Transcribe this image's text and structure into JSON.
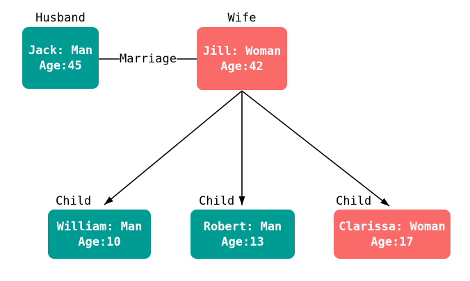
{
  "diagram": {
    "nodes": [
      {
        "id": "husband",
        "role_label": "Husband",
        "line1": "Jack: Man",
        "line2": "Age:45",
        "gender": "man"
      },
      {
        "id": "wife",
        "role_label": "Wife",
        "line1": "Jill: Woman",
        "line2": "Age:42",
        "gender": "woman"
      },
      {
        "id": "child-william",
        "role_label": "Child",
        "line1": "William: Man",
        "line2": "Age:10",
        "gender": "man"
      },
      {
        "id": "child-robert",
        "role_label": "Child",
        "line1": "Robert: Man",
        "line2": "Age:13",
        "gender": "man"
      },
      {
        "id": "child-clarissa",
        "role_label": "Child",
        "line1": "Clarissa: Woman",
        "line2": "Age:17",
        "gender": "woman"
      }
    ],
    "edges": [
      {
        "from": "husband",
        "to": "wife",
        "label": "Marriage",
        "directed": false
      },
      {
        "from": "wife",
        "to": "child-william",
        "label": "",
        "directed": true
      },
      {
        "from": "wife",
        "to": "child-robert",
        "label": "",
        "directed": true
      },
      {
        "from": "wife",
        "to": "child-clarissa",
        "label": "",
        "directed": true
      }
    ],
    "colors": {
      "man": "#009c94",
      "woman": "#fa6a68",
      "node_text": "#ffffff",
      "label_text": "#000000",
      "edge": "#000000",
      "background": "#ffffff"
    }
  }
}
